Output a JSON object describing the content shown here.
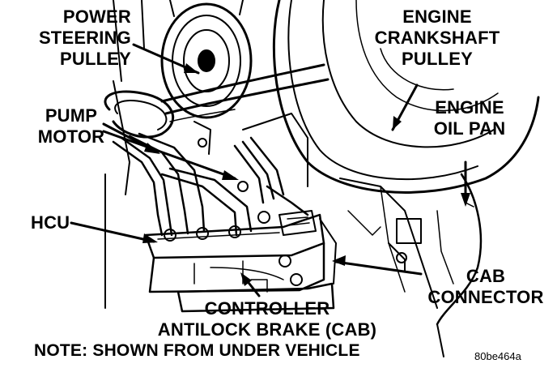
{
  "labels": {
    "power_steering_pulley": [
      "POWER",
      "STEERING",
      "PULLEY"
    ],
    "engine_crankshaft_pulley": [
      "ENGINE",
      "CRANKSHAFT",
      "PULLEY"
    ],
    "engine_oil_pan": [
      "ENGINE",
      "OIL PAN"
    ],
    "pump_motor": [
      "PUMP",
      "MOTOR"
    ],
    "hcu": "HCU",
    "cab_connector": [
      "CAB",
      "CONNECTOR"
    ],
    "controller": [
      "CONTROLLER",
      "ANTILOCK BRAKE (CAB)"
    ],
    "note": "NOTE: SHOWN FROM UNDER VEHICLE",
    "figure_id": "80be464a"
  },
  "colors": {
    "ink": "#000000",
    "paper": "#ffffff"
  }
}
